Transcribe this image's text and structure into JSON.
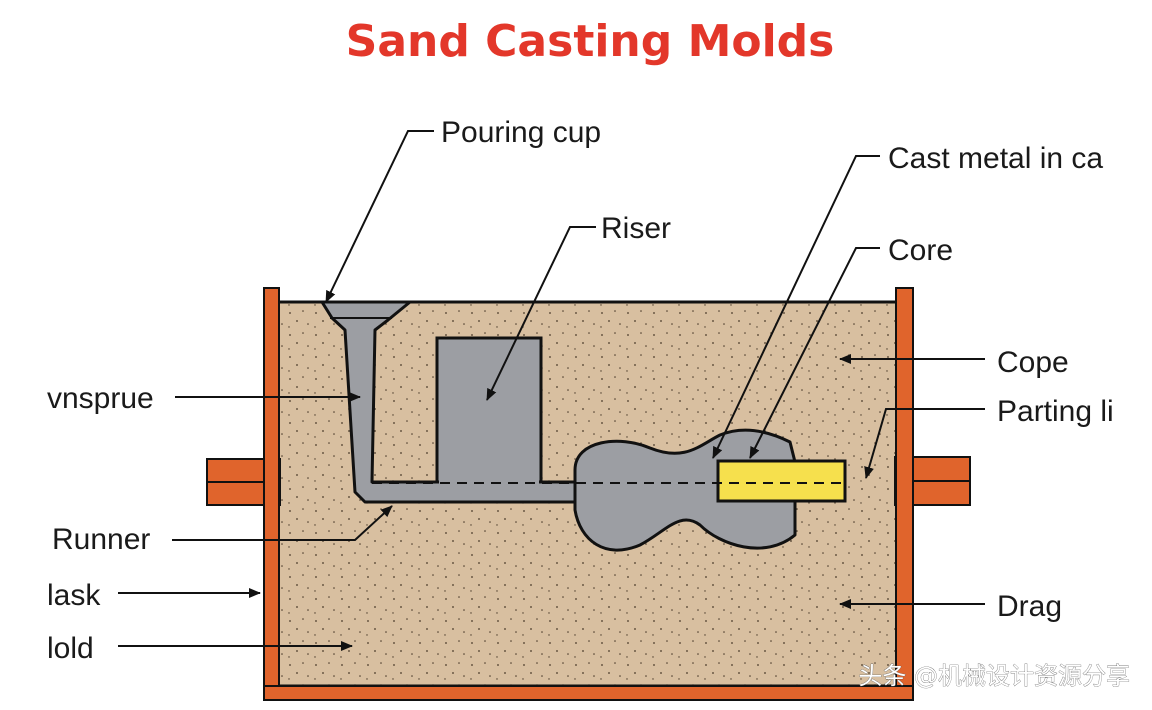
{
  "title": "Sand Casting Molds",
  "labels": {
    "pouring_cup": "Pouring cup",
    "riser": "Riser",
    "cast_metal": "Cast metal in ca",
    "core": "Core",
    "cope": "Cope",
    "parting_line": "Parting li",
    "downsprue": "vnsprue",
    "runner": "Runner",
    "flask": "lask",
    "mold": "lold",
    "drag": "Drag"
  },
  "watermark": "头条 @机械设计资源分享",
  "colors": {
    "title": "#e3372a",
    "sand": "#d8bfa0",
    "flask": "#e0642c",
    "metal": "#9c9ea3",
    "core": "#f6e04d"
  }
}
